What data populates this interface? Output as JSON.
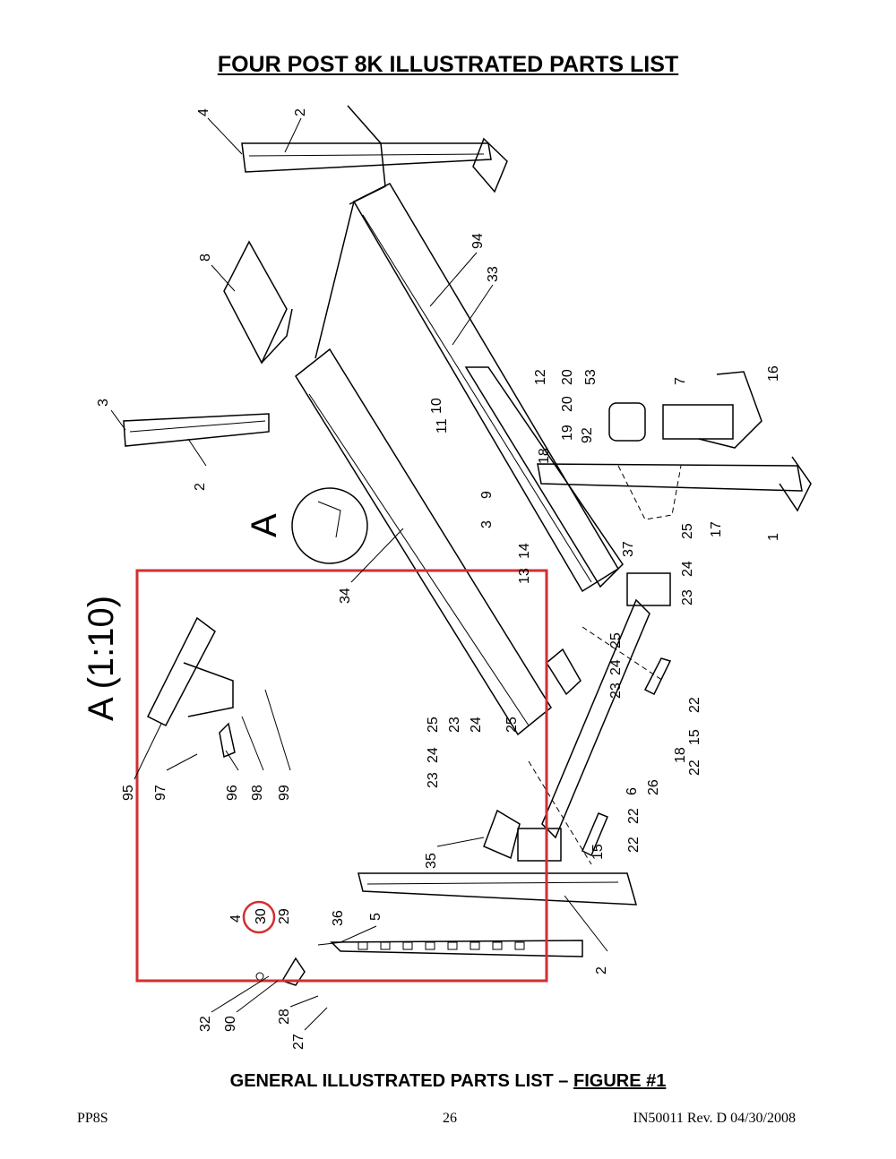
{
  "title": "FOUR POST 8K ILLUSTRATED PARTS LIST",
  "caption": {
    "prefix": "GENERAL ILLUSTRATED PARTS LIST – ",
    "figure": "FIGURE #1"
  },
  "footer": {
    "left": "PP8S",
    "center": "26",
    "right": "IN50011  Rev. D  04/30/2008"
  },
  "detail": {
    "letter": "A",
    "scale_label": "A (1:10)"
  },
  "colors": {
    "highlight_box": "#d32f2f",
    "highlight_circle": "#d32f2f",
    "line": "#000000"
  },
  "part_labels": {
    "p4_top": "4",
    "p2_top": "2",
    "p8": "8",
    "p94": "94",
    "p33": "33",
    "p3_left": "3",
    "p2_left": "2",
    "p12": "12",
    "p20a": "20",
    "p53": "53",
    "p7": "7",
    "p16": "16",
    "p10": "10",
    "p11": "11",
    "p20b": "20",
    "p92": "92",
    "p19": "19",
    "p18a": "18",
    "p9": "9",
    "p3_mid": "3",
    "p17": "17",
    "p1": "1",
    "p37": "37",
    "p14": "14",
    "p13": "13",
    "p34": "34",
    "p25a": "25",
    "p24a": "24",
    "p23a": "23",
    "p25b": "25",
    "p24b": "24",
    "p23b": "23",
    "p22a": "22",
    "p15a": "15",
    "p22b": "22",
    "p18b": "18",
    "p26": "26",
    "p6": "6",
    "p25c": "25",
    "p23c": "23",
    "p24c": "24",
    "p25d": "25",
    "p23d": "23",
    "p24d": "24",
    "p22c": "22",
    "p15b": "15",
    "p22d": "22",
    "p35": "35",
    "p95": "95",
    "p97": "97",
    "p96": "96",
    "p98": "98",
    "p99": "99",
    "p4_bot": "4",
    "p30": "30",
    "p29": "29",
    "p36": "36",
    "p5": "5",
    "p2_bot": "2",
    "p32": "32",
    "p90": "90",
    "p28": "28",
    "p27": "27"
  }
}
